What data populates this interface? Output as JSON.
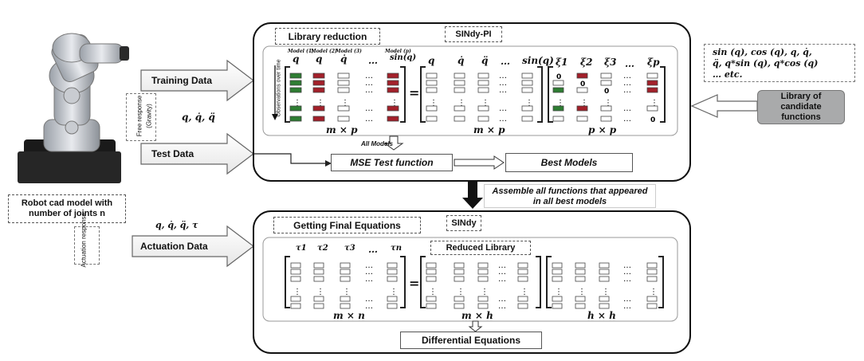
{
  "top_panel": {
    "library_reduction": "Library reduction",
    "title": "SINdy-PI",
    "row_headers": [
      "Model (1)",
      "Model (2)",
      "Model (3)",
      "Model (p)"
    ],
    "col_q": "q",
    "col_qdot": "q̇",
    "col_qddot": "q̈",
    "col_sinq": "sin(q)",
    "dots": "…",
    "observations_label": "Observations over time",
    "xi_labels": [
      "ξ1",
      "ξ2",
      "ξ3",
      "ξp"
    ],
    "dim_left": "m × p",
    "dim_middle": "m × p",
    "dim_right": "p × p",
    "equals": "=",
    "all_models": "All Models",
    "mse": "MSE Test function",
    "best_models": "Best Models"
  },
  "candidates": {
    "text_line1": "sin (q), cos (q),  q,  q̇,",
    "text_line2": "q̈,   q*sin (q),  q*cos (q)",
    "text_line3": "… etc.",
    "library_label": "Library of candidate functions"
  },
  "left": {
    "training_data": "Training Data",
    "free_response": "Free response",
    "gravity": "(Gravity)",
    "vars_top": "q, q̇, q̈",
    "test_data": "Test Data",
    "robot_caption": "Robot cad model with number of joints n",
    "vars_bottom": "q, q̇, q̈, τ",
    "actuation_response": "Actuation response",
    "actuation_data": "Actuation Data"
  },
  "assemble": "Assemble all functions that appeared in all best models",
  "bottom_panel": {
    "final_equations": "Getting Final Equations",
    "title": "SINdy",
    "tau_labels": [
      "τ1",
      "τ2",
      "τ3",
      "τn"
    ],
    "reduced_library": "Reduced Library",
    "dim_left": "m × n",
    "dim_middle": "m × h",
    "dim_right": "h × h",
    "equals": "=",
    "differential_equations": "Differential Equations"
  }
}
